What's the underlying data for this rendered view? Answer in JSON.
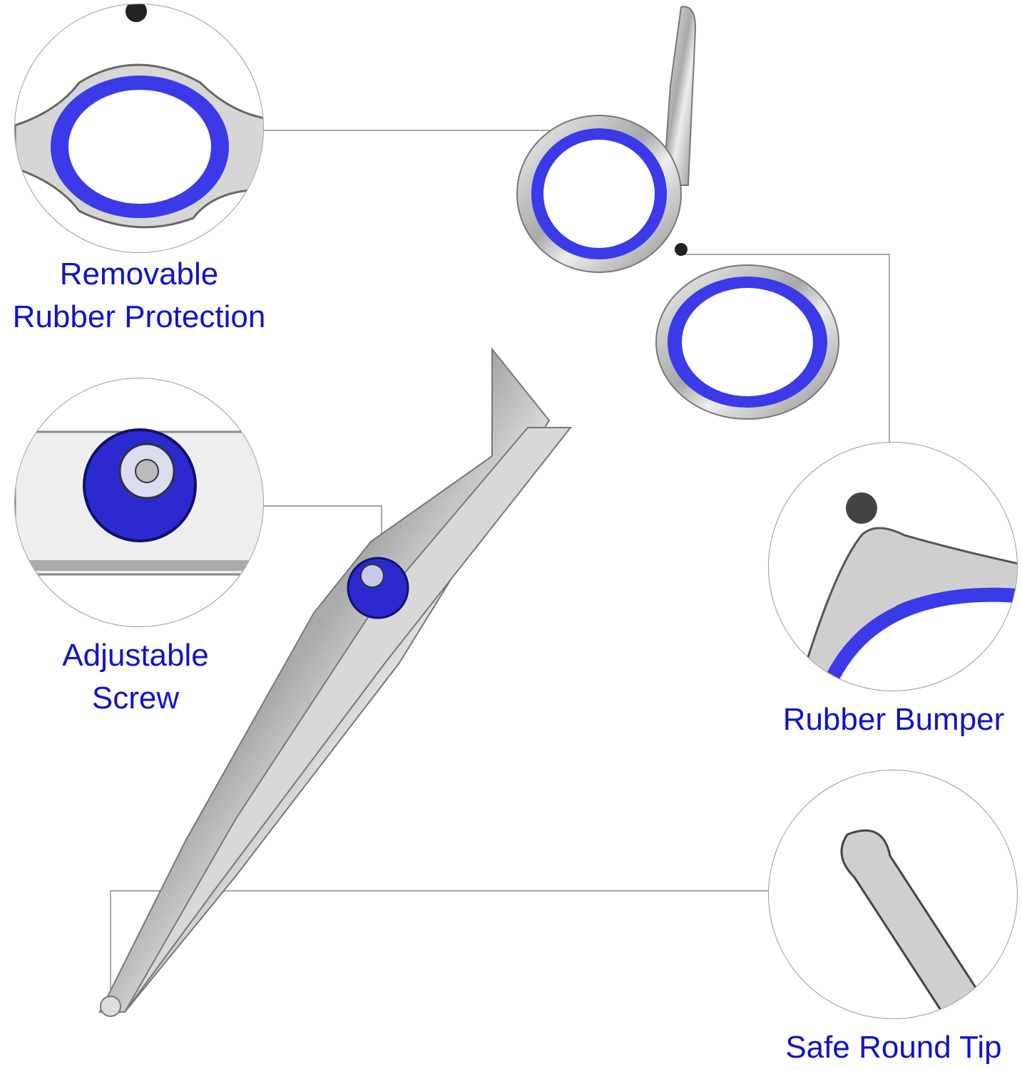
{
  "callouts": [
    {
      "lines": [
        "Removable",
        "Rubber Protection"
      ],
      "icon": "rubber-ring-closeup"
    },
    {
      "lines": [
        "Adjustable",
        "Screw"
      ],
      "icon": "screw-closeup"
    },
    {
      "lines": [
        "Rubber Bumper"
      ],
      "icon": "bumper-closeup"
    },
    {
      "lines": [
        "Safe Round Tip"
      ],
      "icon": "round-tip-closeup"
    }
  ],
  "colors": {
    "label": "#1212c8",
    "rubber": "#3a3ae8",
    "steel": "#c8c8c8",
    "leader": "#8a8a8a"
  }
}
